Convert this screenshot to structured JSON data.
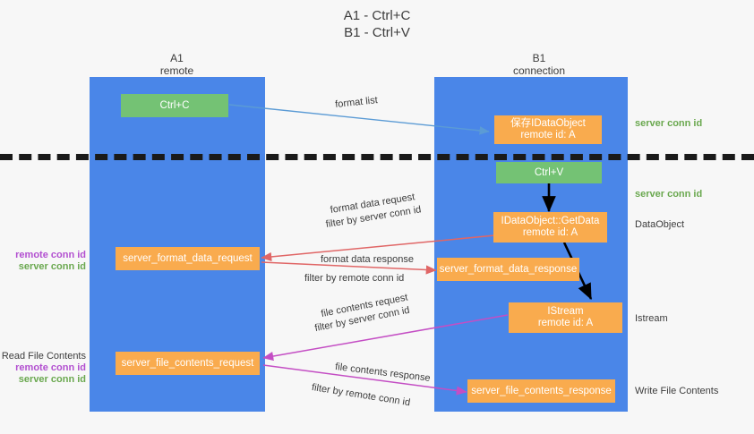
{
  "title": {
    "line1": "A1 - Ctrl+C",
    "line2": "B1 - Ctrl+V"
  },
  "lanes": [
    {
      "name": "A1",
      "sub": "remote"
    },
    {
      "name": "B1",
      "sub": "connection"
    }
  ],
  "boxes": {
    "ctrl_c": "Ctrl+C",
    "ctrl_v": "Ctrl+V",
    "save_idataobject_l1": "保存IDataObject",
    "save_idataobject_l2": "remote id: A",
    "getdata_l1": "IDataObject::GetData",
    "getdata_l2": "remote id: A",
    "istream_l1": "IStream",
    "istream_l2": "remote id: A",
    "server_format_data_request": "server_format_data_request",
    "server_format_data_response": "server_format_data_response",
    "server_file_contents_request": "server_file_contents_request",
    "server_file_contents_response": "server_file_contents_response"
  },
  "edge_labels": {
    "format_list": "format list",
    "format_data_request": "format data request",
    "format_data_request_filter_prefix": "filter by ",
    "format_data_request_filter_key": "server conn id",
    "format_data_response": "format data response",
    "format_data_response_filter_prefix": "filter by ",
    "format_data_response_filter_key": "remote conn id",
    "file_contents_request": "file contents request",
    "file_contents_request_filter_prefix": "filter by ",
    "file_contents_request_filter_key": "server conn id",
    "file_contents_response": "file contents response",
    "file_contents_response_filter_prefix": "filter by ",
    "file_contents_response_filter_key": "remote conn id"
  },
  "right_labels": {
    "server_conn_id_top": "server conn id",
    "server_conn_id_mid": "server conn id",
    "dataobject": "DataObject",
    "istream": "Istream",
    "write_file_contents": "Write File Contents"
  },
  "left_labels": {
    "remote_conn_id_1": "remote conn id",
    "server_conn_id_1": "server conn id",
    "read_file_contents": "Read File Contents",
    "remote_conn_id_2": "remote conn id",
    "server_conn_id_2": "server conn id"
  },
  "colors": {
    "lane": "#4a86e8",
    "green_box": "#74c274",
    "orange_box": "#f9ab4e",
    "server_conn_id": "#6aa84f",
    "remote_conn_id": "#b24fd0",
    "arrow_blue": "#5b9bd5",
    "arrow_red": "#e06666",
    "arrow_magenta": "#c44ec4",
    "arrow_black": "#000000",
    "background": "#f7f7f7"
  }
}
